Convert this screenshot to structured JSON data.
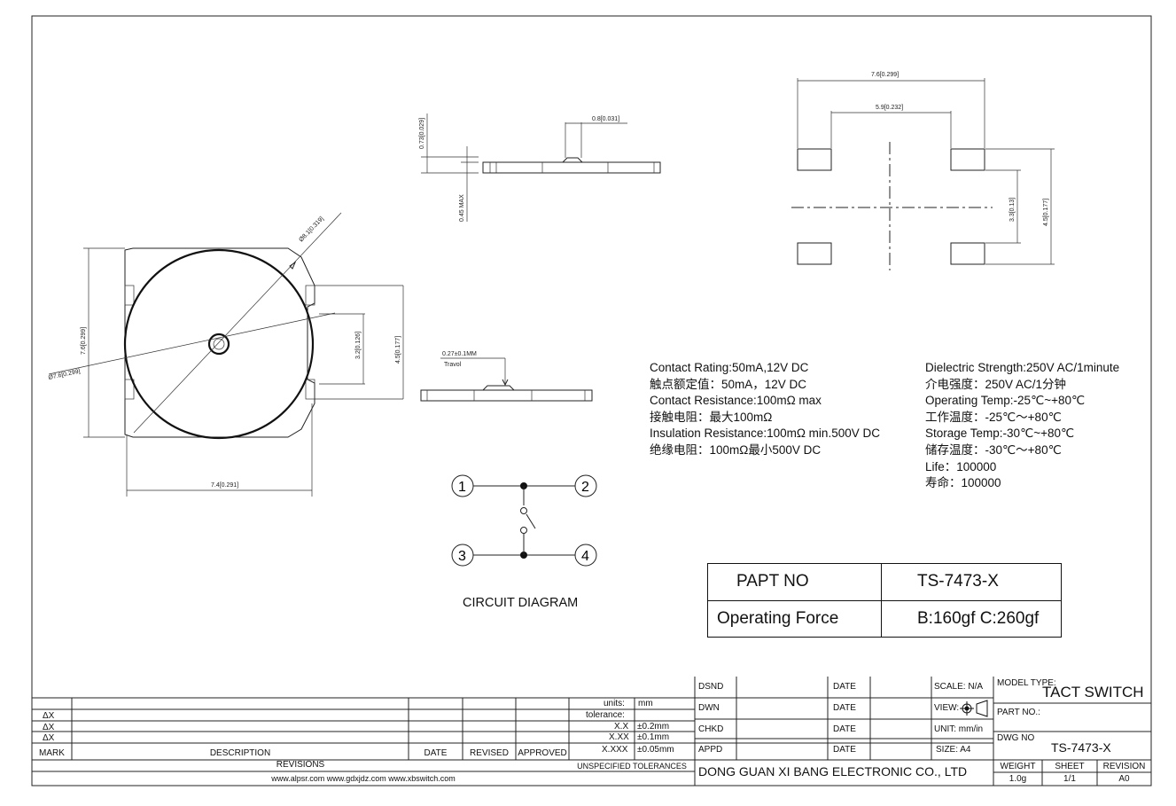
{
  "drawing": {
    "dims": {
      "top_w": "0.8[0.031]",
      "top_h": "0.73[0.029]",
      "side_max": "0.45 MAX",
      "travel": "0.27±0.1MM",
      "travel_label": "Travol",
      "dia_81": "Ø8.1[0.319]",
      "dia_76": "Ø7.6[0.299]",
      "h_76": "7.6[0.299]",
      "h_45": "4.5[0.177]",
      "h_32": "3.2[0.126]",
      "w_74": "7.4[0.291]",
      "fp_76": "7.6[0.299]",
      "fp_59": "5.9[0.232]",
      "fp_33": "3.3[0.13]",
      "fp_45": "4.5[0.177]"
    },
    "pins": [
      "1",
      "2",
      "3",
      "4"
    ],
    "circuit_title": "CIRCUIT DIAGRAM"
  },
  "specs": {
    "left": [
      "Contact Rating:50mA,12V DC",
      "触点额定值：50mA，12V DC",
      "Contact Resistance:100mΩ max",
      "接触电阻：最大100mΩ",
      "Insulation Resistance:100mΩ min.500V DC",
      "绝缘电阻：100mΩ最小500V DC"
    ],
    "right": [
      "Dielectric Strength:250V AC/1minute",
      "介电强度：250V AC/1分钟",
      "Operating Temp:-25℃~+80℃",
      "工作温度：-25℃～+80℃",
      "Storage Temp:-30℃~+80℃",
      "储存温度：-30℃～+80℃",
      "Life：100000",
      "寿命：100000"
    ]
  },
  "part_table": {
    "r1_label": "PAPT NO",
    "r1_value": "TS-7473-X",
    "r2_label": "Operating Force",
    "r2_value": "B:160gf   C:260gf"
  },
  "title_block": {
    "mark_delta": "ΔX",
    "mark": "MARK",
    "description": "DESCRIPTION",
    "date": "DATE",
    "revised": "REVISED",
    "approved": "APPROVED",
    "revisions": "REVISIONS",
    "websites": "www.alpsr.com    www.gdxjdz.com    www.xbswitch.com",
    "units_label": "units:",
    "units_value": "mm",
    "tolerance_label": "tolerance:",
    "tol": [
      {
        "k": "X.X",
        "v": "±0.2mm"
      },
      {
        "k": "X.XX",
        "v": "±0.1mm"
      },
      {
        "k": "X.XXX",
        "v": "±0.05mm"
      }
    ],
    "unspecified": "UNSPECIFIED TOLERANCES",
    "roles": [
      "DSND",
      "DWN",
      "CHKD",
      "APPD"
    ],
    "scale": "SCALE: N/A",
    "view": "VIEW:",
    "unit": "UNIT: mm/in",
    "size": "SIZE: A4",
    "company": "DONG GUAN XI BANG ELECTRONIC CO., LTD",
    "model_type_label": "MODEL TYPE:",
    "model_type": "TACT SWITCH",
    "part_no_label": "PART NO.:",
    "dwg_no_label": "DWG NO",
    "dwg_no": "TS-7473-X",
    "weight_label": "WEIGHT",
    "weight": "1.0g",
    "sheet_label": "SHEET",
    "sheet": "1/1",
    "revision_label": "REVISION",
    "revision": "A0"
  }
}
